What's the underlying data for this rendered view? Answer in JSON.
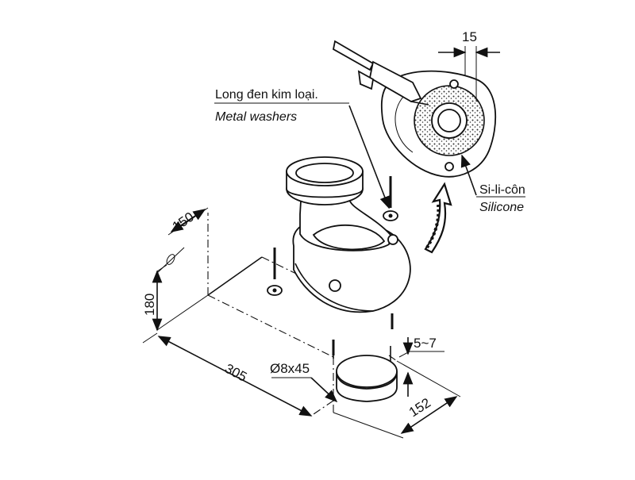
{
  "labels": {
    "metal_washers_vi": "Long đen kim loại.",
    "metal_washers_en": "Metal washers",
    "silicone_vi": "Si-li-côn",
    "silicone_en": "Silicone"
  },
  "dimensions": {
    "d15": "15",
    "d150": "150",
    "d180": "180",
    "d305": "305",
    "d152": "152",
    "d5_7": "5~7",
    "bolt": "Ø8x45"
  }
}
